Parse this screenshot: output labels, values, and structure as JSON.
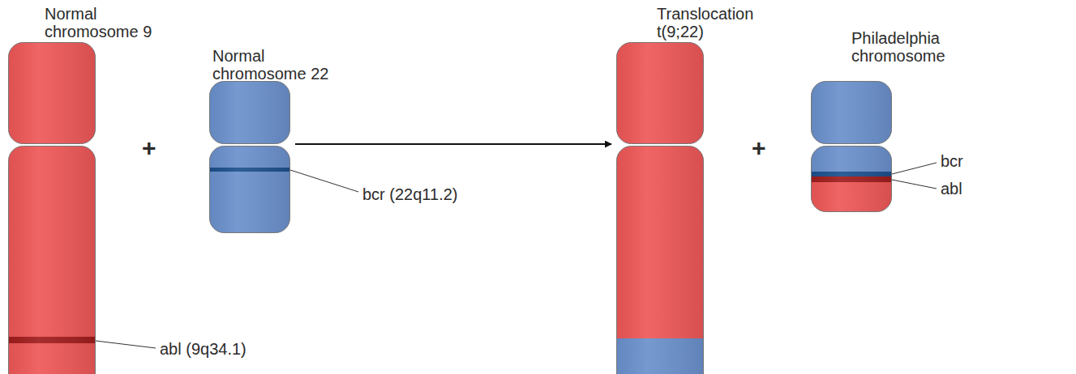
{
  "diagram": {
    "nodes": [
      {
        "text": [
          "Normal chromosome 9"
        ]
      },
      {
        "text": [
          "Normal chromosome 22"
        ]
      },
      {
        "text": [
          "Translocation t(9;22)"
        ]
      },
      {
        "text": [
          "Philadelphia chromosome"
        ]
      }
    ],
    "edges": [
      {
        "from": 1,
        "to": 2,
        "arrow": "to"
      }
    ],
    "labels": [
      "+",
      "bcr (22q11.2)",
      "abl (9q34.1)",
      "+",
      "bcr",
      "abl"
    ]
  }
}
